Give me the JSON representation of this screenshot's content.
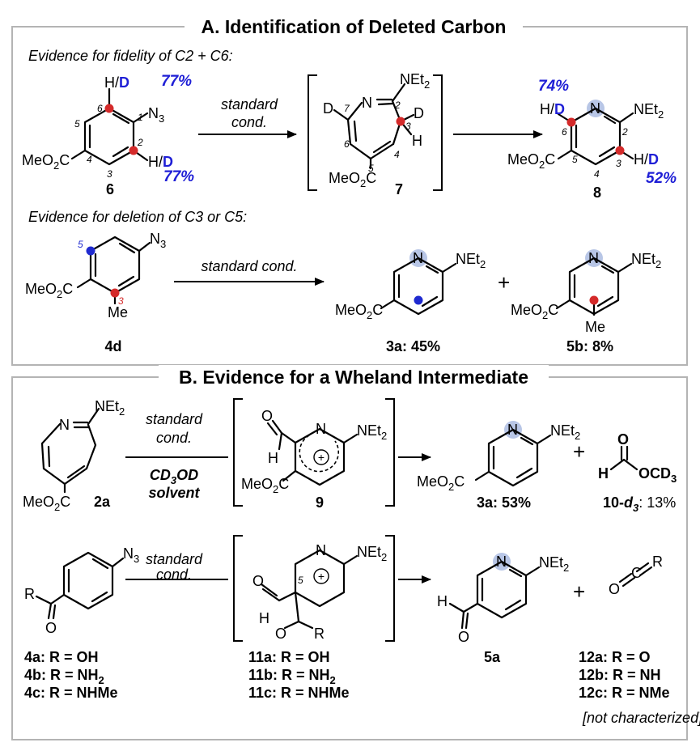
{
  "panel_a": {
    "title": "A. Identification of Deleted Carbon",
    "evidence1": "Evidence for fidelity of C2 + C6:",
    "evidence2": "Evidence for deletion of C3 or C5:",
    "pct_6_top": "77%",
    "pct_6_bottom": "77%",
    "pct_8_top": "74%",
    "pct_8_bottom": "52%",
    "cond1_a": "standard",
    "cond1_b": "cond.",
    "cond2": "standard cond.",
    "cmpd_6": "6",
    "cmpd_7": "7",
    "cmpd_8": "8",
    "cmpd_4d": "4d",
    "yield_3a": "3a: 45%",
    "yield_5b": "5b: 8%",
    "plus": "+"
  },
  "panel_b": {
    "title": "B. Evidence for a Wheland Intermediate",
    "cond1_a": "standard",
    "cond1_b": "cond.",
    "cond1_c": "CD3OD",
    "cond1_d": "solvent",
    "cond2_a": "standard",
    "cond2_b": "cond.",
    "cmpd_2a": "2a",
    "cmpd_9": "9",
    "yield_3a": "3a: 53%",
    "yield_10": "10-d3: 13%",
    "cmpd_5a": "5a",
    "list_4": [
      "4a: R = OH",
      "4b: R = NH2",
      "4c: R = NHMe"
    ],
    "list_11": [
      "11a: R = OH",
      "11b: R = NH2",
      "11c: R = NHMe"
    ],
    "list_12": [
      "12a: R = O",
      "12b: R = NH",
      "12c: R = NMe"
    ],
    "note": "[not characterized]",
    "plus": "+"
  },
  "colors": {
    "accent_blue": "#1f1fd6",
    "red_dot": "#d42a2a",
    "blue_dot": "#1f2ad0",
    "n_highlight": "#b8c6e6",
    "panel_border": "#b4b4b4"
  }
}
